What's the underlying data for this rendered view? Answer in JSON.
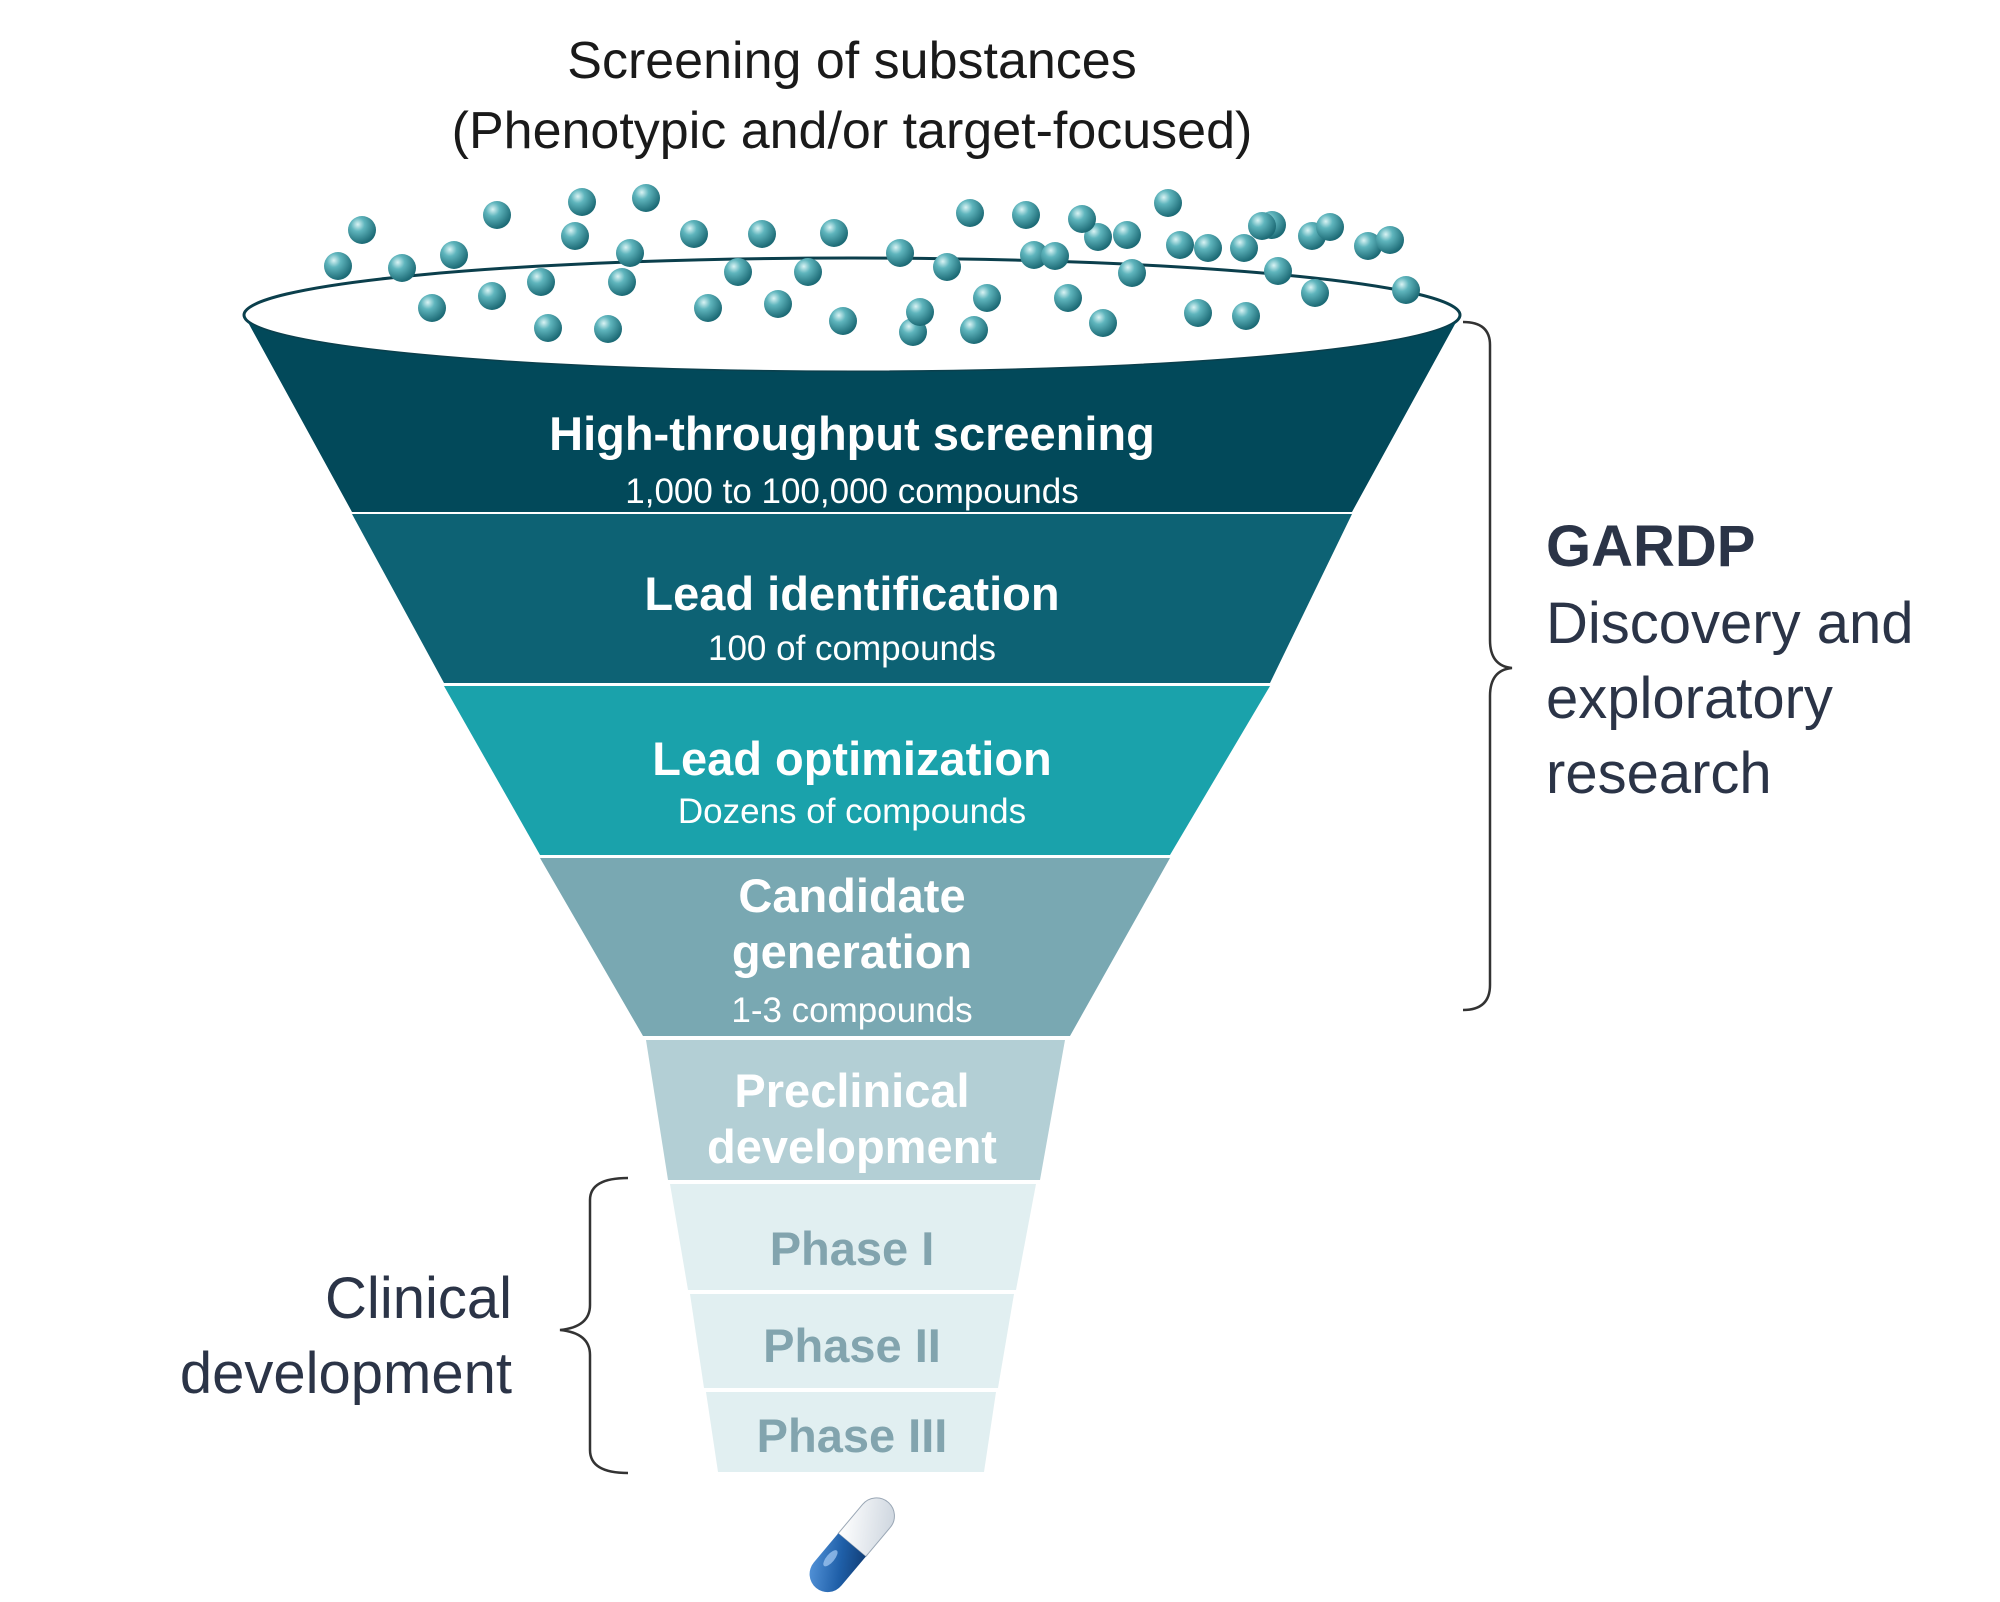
{
  "title": {
    "line1": "Screening of substances",
    "line2": "(Phenotypic and/or target-focused)"
  },
  "funnel": {
    "stages": [
      {
        "id": "hts",
        "title_lines": [
          "High-throughput screening"
        ],
        "subtitle": "1,000 to 100,000 compounds",
        "color": "#02495a",
        "text_color": "#ffffff"
      },
      {
        "id": "lead-identification",
        "title_lines": [
          "Lead identification"
        ],
        "subtitle": "100 of compounds",
        "color": "#0d6274",
        "text_color": "#ffffff"
      },
      {
        "id": "lead-optimization",
        "title_lines": [
          "Lead optimization"
        ],
        "subtitle": "Dozens of compounds",
        "color": "#1aa2ab",
        "text_color": "#ffffff"
      },
      {
        "id": "candidate-generation",
        "title_lines": [
          "Candidate",
          "generation"
        ],
        "subtitle": "1-3 compounds",
        "color": "#79a8b2",
        "text_color": "#ffffff"
      },
      {
        "id": "preclinical-development",
        "title_lines": [
          "Preclinical",
          "development"
        ],
        "subtitle": "",
        "color": "#b3cfd5",
        "text_color": "#ffffff"
      },
      {
        "id": "phase-1",
        "title_lines": [
          "Phase I"
        ],
        "subtitle": "",
        "color": "#e1eff1",
        "text_color": "#82a4ae"
      },
      {
        "id": "phase-2",
        "title_lines": [
          "Phase II"
        ],
        "subtitle": "",
        "color": "#e1eff1",
        "text_color": "#82a4ae"
      },
      {
        "id": "phase-3",
        "title_lines": [
          "Phase III"
        ],
        "subtitle": "",
        "color": "#e1eff1",
        "text_color": "#82a4ae"
      }
    ]
  },
  "right_label": {
    "bold": "GARDP",
    "lines": [
      "Discovery and",
      "exploratory",
      "research"
    ]
  },
  "left_label": {
    "lines": [
      "Clinical",
      "development"
    ]
  },
  "colors": {
    "sphere": "#2e8c97",
    "pill_blue": "#1f5fa8",
    "bracket": "#333333"
  }
}
